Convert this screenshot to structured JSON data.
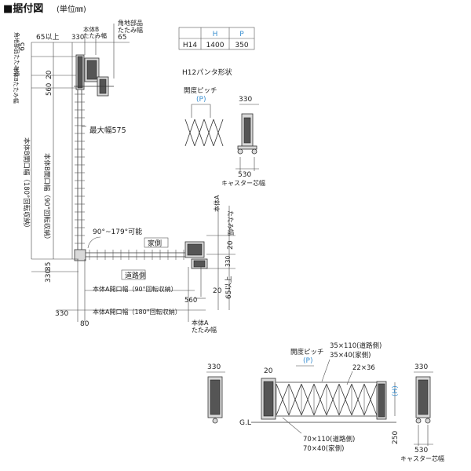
{
  "header": {
    "title": "■据付図",
    "unit": "(単位㎜)"
  },
  "table": {
    "headers": [
      "",
      "H",
      "P"
    ],
    "row": [
      "H14",
      "1400",
      "350"
    ]
  },
  "plan": {
    "corner_fold": "角地部品\nたたみ幅",
    "corner_fold_vert": "角地部品たたみ幅",
    "body_b_fold": "本体B\nたたみ幅",
    "body_b_fold_vert": "本体Bたたみ幅",
    "d65_min": "65以上",
    "d330": "330",
    "d65": "65",
    "d65_vert": "65",
    "d20_left": "20",
    "d560_left": "560",
    "max_width": "最大幅575",
    "b_open_180": "本体B開口幅（180°回転収納）",
    "b_open_90": "本体B開口幅（90°回転収納）",
    "angle": "90°~179°可能",
    "house_side": "家側",
    "road_side": "道路側",
    "a_fold": "本体A\nたたみ幅",
    "a_fold_vert": "本体Aたたみ幅",
    "d20_right": "20",
    "d330_right": "330",
    "d35": "35",
    "d330_bottom": "330",
    "d80": "80",
    "d560_bottom": "560",
    "d20_bottom": "20",
    "d65_min_right": "65以上",
    "a_open_90": "本体A開口幅（90°回転収納）",
    "a_open_180": "本体A開口幅（180°回転収納）",
    "a_fold_bottom": "本体A\nたたみ幅"
  },
  "pantograph": {
    "title": "H12パンタ形状",
    "pitch": "開度ピッチ",
    "p": "(P)",
    "d330": "330",
    "d530": "530",
    "caster": "キャスター芯幅"
  },
  "elevation": {
    "d330_left": "330",
    "d20": "20",
    "pitch": "開度ピッチ",
    "p": "(P)",
    "s35_110": "35×110(道路側)",
    "s35_40": "35×40(家側)",
    "s22_36": "22×36",
    "h": "(H)",
    "d250": "250",
    "gl": "G.L",
    "s70_110": "70×110(道路側)",
    "s70_40": "70×40(家側)",
    "d330_right": "330",
    "d530": "530",
    "caster": "キャスター芯幅"
  }
}
